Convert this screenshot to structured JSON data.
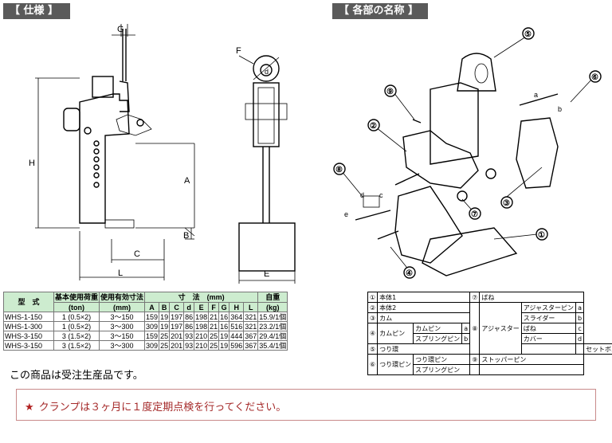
{
  "titles": {
    "spec": "【 仕様 】",
    "parts": "【 各部の名称 】"
  },
  "dimensions": {
    "G": "G",
    "H": "H",
    "A": "A",
    "B": "B",
    "C": "C",
    "L": "L",
    "F": "F",
    "E": "E",
    "d": "d"
  },
  "callouts": [
    "①",
    "②",
    "③",
    "④",
    "⑤",
    "⑥",
    "⑦",
    "⑧",
    "⑨"
  ],
  "callout_letters": [
    "a",
    "b",
    "c",
    "d",
    "e"
  ],
  "spec_table": {
    "header_model": "型　式",
    "header_load": "基本使用荷重",
    "header_load_unit": "(ton)",
    "header_range": "使用有効寸法",
    "header_range_unit": "(mm)",
    "header_dims": "寸　法　(mm)",
    "header_weight": "自重",
    "header_weight_unit": "(kg)",
    "dim_cols": [
      "A",
      "B",
      "C",
      "d",
      "E",
      "F",
      "G",
      "H",
      "L"
    ],
    "rows": [
      [
        "WHS-1-150",
        "1 (0.5×2)",
        "3～150",
        "159",
        "19",
        "197",
        "86",
        "198",
        "21",
        "16",
        "364",
        "321",
        "15.9/1個"
      ],
      [
        "WHS-1-300",
        "1 (0.5×2)",
        "3～300",
        "309",
        "19",
        "197",
        "86",
        "198",
        "21",
        "16",
        "516",
        "321",
        "23.2/1個"
      ],
      [
        "WHS-3-150",
        "3 (1.5×2)",
        "3～150",
        "159",
        "25",
        "201",
        "93",
        "210",
        "25",
        "19",
        "444",
        "367",
        "29.4/1個"
      ],
      [
        "WHS-3-150",
        "3 (1.5×2)",
        "3～300",
        "309",
        "25",
        "201",
        "93",
        "210",
        "25",
        "19",
        "596",
        "367",
        "35.4/1個"
      ]
    ]
  },
  "product_note": "この商品は受注生産品です。",
  "parts_table": {
    "p1": "①",
    "p1_name": "本体1",
    "p2": "②",
    "p2_name": "本体2",
    "p3": "③",
    "p3_name": "カム",
    "p4": "④",
    "p4_name": "カムピン",
    "p4_sub1": "カムピン",
    "p4_sub1_l": "a",
    "p4_sub2": "スプリングピン",
    "p4_sub2_l": "b",
    "p5": "⑤",
    "p5_name": "つり環",
    "p6": "⑥",
    "p6_name": "つり環ピン",
    "p6_sub1": "つり環ピン",
    "p6_sub2": "スプリングピン",
    "p7": "⑦",
    "p7_name": "ばね",
    "p8": "⑧",
    "p8_name": "アジャスター",
    "p8_sub": [
      {
        "label": "アジャスターピン",
        "l": "a"
      },
      {
        "label": "スライダー",
        "l": "b"
      },
      {
        "label": "ばね",
        "l": "c"
      },
      {
        "label": "カバー",
        "l": "d"
      },
      {
        "label": "セットボルト",
        "l": "e"
      }
    ],
    "p9": "⑨",
    "p9_name": "ストッパーピン"
  },
  "notice": {
    "star": "★",
    "text": "クランプは３ヶ月に１度定期点検を行ってください。"
  }
}
